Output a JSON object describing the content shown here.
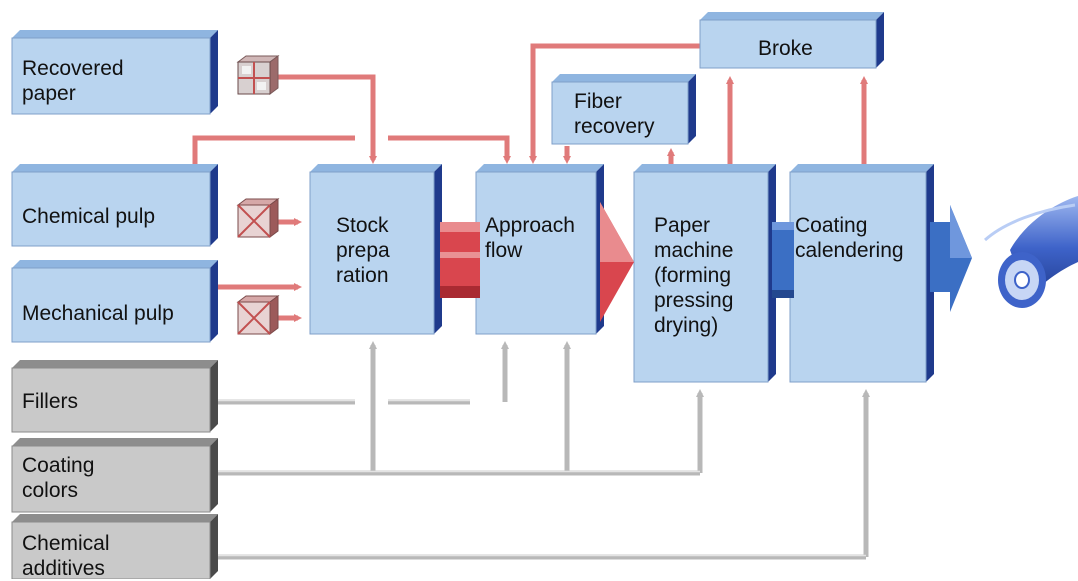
{
  "colors": {
    "box_blue": "#b9d4ef",
    "box_blue_top": "#8fb5e0",
    "box_blue_side": "#1f3a8c",
    "box_gray": "#c9c9c9",
    "box_gray_top": "#8d8d8d",
    "box_gray_side": "#4a4a4a",
    "pipe_red": "#e07a7a",
    "pipe_gray": "#b8b8b8",
    "flow_red": "#d9464e",
    "flow_blue": "#3b6fc4"
  },
  "diagram": {
    "boxes": {
      "recovered_paper": "Recovered\npaper",
      "chemical_pulp": "Chemical pulp",
      "mechanical_pulp": "Mechanical pulp",
      "fillers": "Fillers",
      "coating_colors": "Coating\ncolors",
      "chemical_additives": "Chemical\nadditives",
      "stock_preparation": "Stock\nprepa\nration",
      "approach_flow": "Approach\nflow",
      "fiber_recovery": "Fiber\nrecovery",
      "broke": "Broke",
      "paper_machine": "Paper\nmachine\n(forming\npressing\ndrying)",
      "coating_calendering": "Coating\ncalendering"
    },
    "icons": {
      "bale": "paper-bale-icon",
      "pulp_bale": "pulp-bale-icon",
      "paper_roll": "paper-roll-icon"
    }
  }
}
